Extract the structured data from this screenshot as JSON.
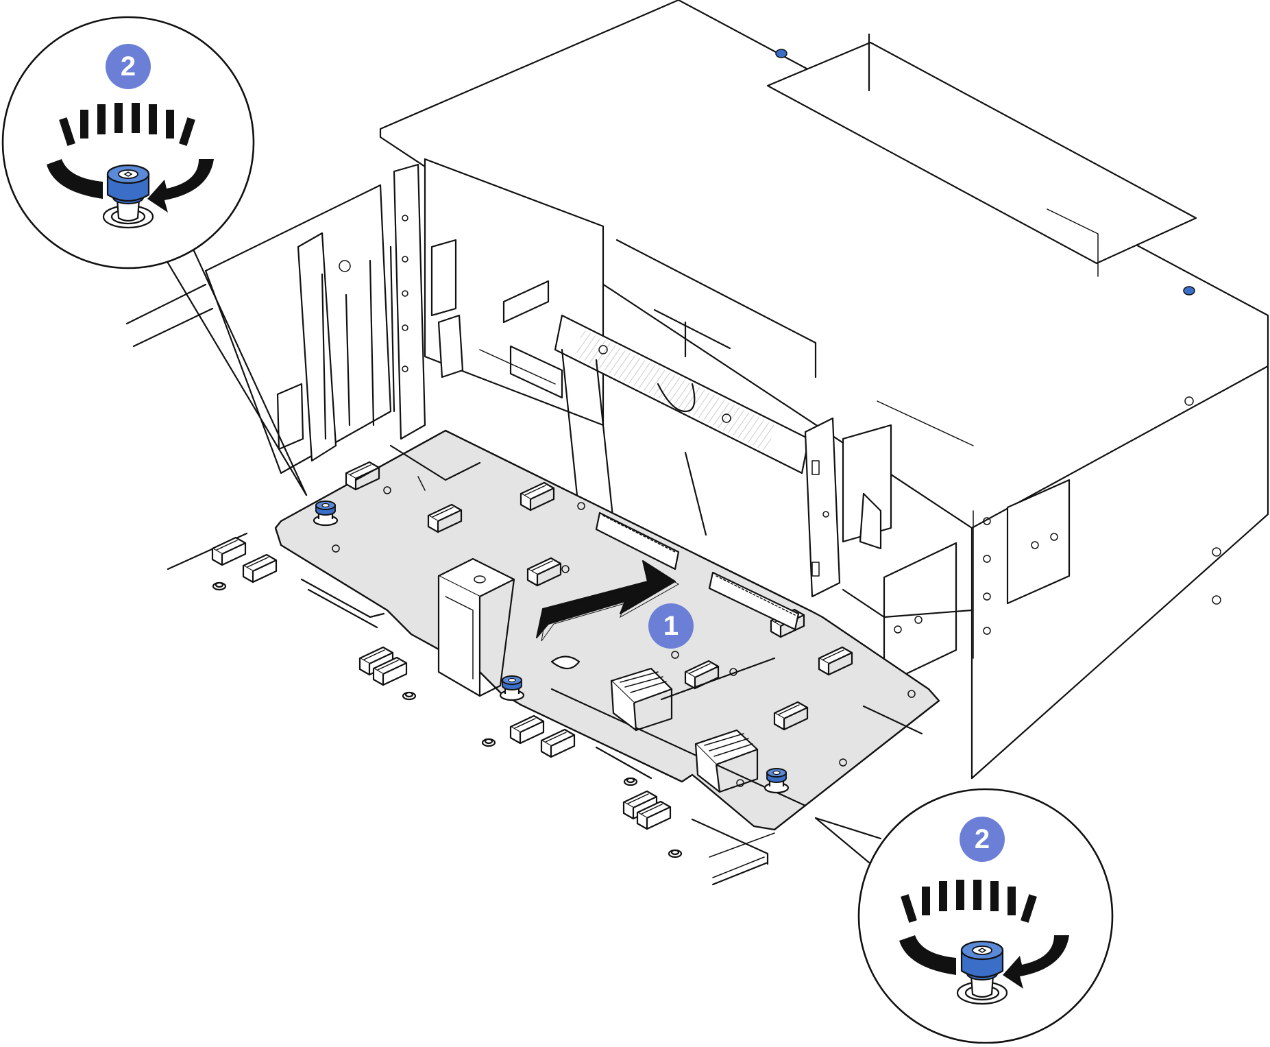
{
  "colors": {
    "callout_badge": "#6b7fd7",
    "thumbscrew_blue": "#3b6ec6",
    "board_gray": "#e4e4e4",
    "line": "#111111",
    "background": "#ffffff"
  },
  "callouts": {
    "step1": "1",
    "step2_left": "2",
    "step2_right": "2"
  },
  "icons": {
    "slide_arrow": "arrow-left-icon",
    "rotate_arrow": "counterclockwise-rotate-icon",
    "thumbscrew": "thumbscrew-icon"
  }
}
